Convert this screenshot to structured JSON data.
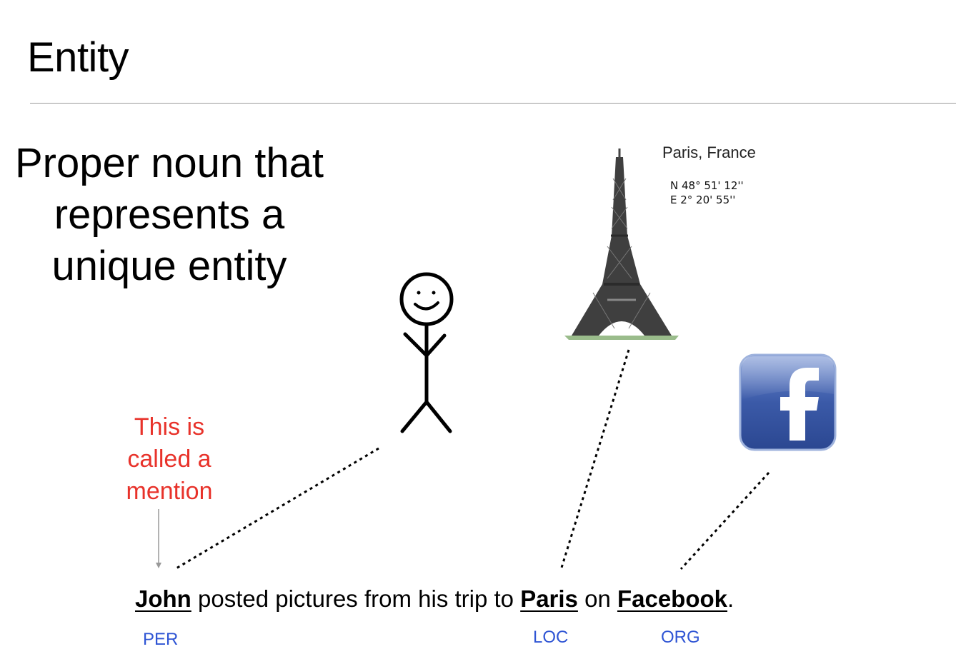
{
  "title": "Entity",
  "definition": {
    "line1": "Proper noun that",
    "line2": "represents a",
    "line3": "unique entity"
  },
  "callout": {
    "line1": "This is",
    "line2": "called a",
    "line3": "mention",
    "color": "#e8322a"
  },
  "location_info": {
    "name": "Paris, France",
    "lat": "N 48° 51' 12''",
    "lon": "E 2° 20' 55''"
  },
  "sentence": {
    "person": "John",
    "text1": " posted pictures from his trip to ",
    "location": "Paris",
    "text2": " on ",
    "organization": "Facebook",
    "end": "."
  },
  "tags": {
    "person": "PER",
    "location": "LOC",
    "organization": "ORG",
    "color": "#2f55d4"
  },
  "icons": {
    "person": "stick-figure-icon",
    "location": "eiffel-tower-icon",
    "organization": "facebook-logo-icon"
  }
}
